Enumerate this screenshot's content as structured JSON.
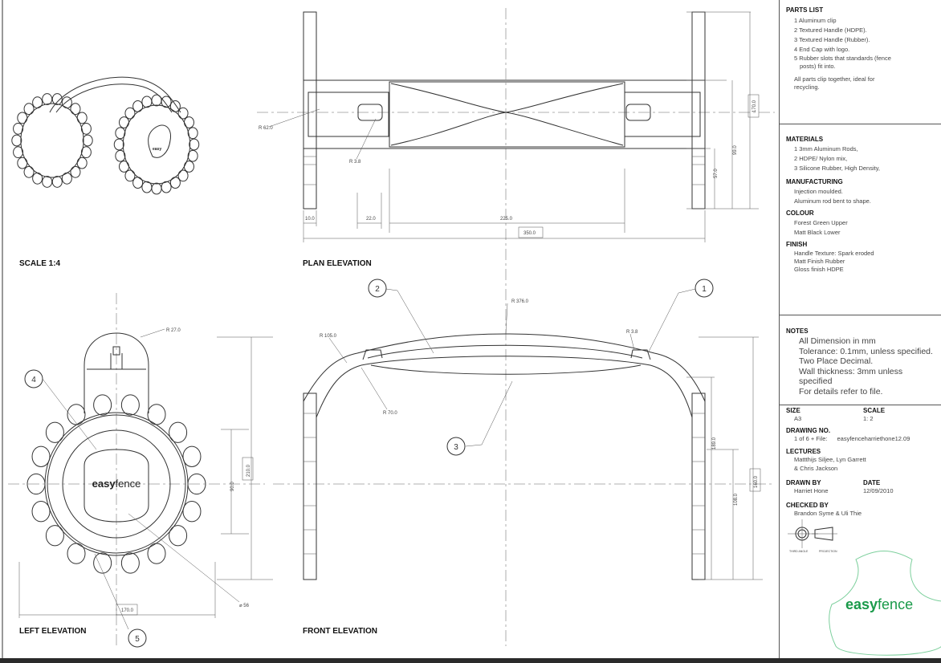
{
  "views": {
    "scale_label": "SCALE 1:4",
    "plan_label": "PLAN ELEVATION",
    "front_label": "FRONT ELEVATION",
    "left_label": "LEFT ELEVATION"
  },
  "plan_dims": {
    "r62": "R 62.0",
    "r38": "R 3.8",
    "d10": "10.0",
    "d22": "22.0",
    "d225": "225.0",
    "d350": "350.0",
    "d170": "170.0",
    "d99": "99.0",
    "d57": "57.0"
  },
  "front_dims": {
    "r376": "R 376.0",
    "r105": "R 105.0",
    "r38": "R 3.8",
    "r70": "R 70.0",
    "d189": "189.0",
    "d108": "108.0",
    "d160": "160.0"
  },
  "left_dims": {
    "r27": "R 27.0",
    "d90": "90.0",
    "d210": "210.0",
    "d170": "170.0",
    "dia56": "⌀ 56"
  },
  "callouts": [
    "1",
    "2",
    "3",
    "4",
    "5"
  ],
  "logo": {
    "easy": "easy",
    "fence": "fence",
    "color": "#1a9a4a"
  },
  "parts_list": {
    "title": "PARTS LIST",
    "items": [
      "1 Aluminum clip",
      "2 Textured Handle (HDPE).",
      "3 Textured Handle (Rubber).",
      "4 End Cap with logo.",
      "5 Rubber slots that standards (fence",
      "posts) fit into."
    ],
    "note": [
      "All parts clip together, ideal for",
      "recycling."
    ]
  },
  "materials": {
    "title": "MATERIALS",
    "items": [
      "1 3mm Aluminum Rods,",
      "2 HDPE/ Nylon mix,",
      "3 Silicone Rubber, High Density,"
    ]
  },
  "manufacturing": {
    "title": "MANUFACTURING",
    "items": [
      "Injection moulded.",
      "Aluminum rod bent to shape."
    ]
  },
  "colour": {
    "title": "COLOUR",
    "items": [
      "Forest Green Upper",
      "Matt Black Lower"
    ]
  },
  "finish": {
    "title": "FINISH",
    "items": [
      "Handle Texture: Spark eroded",
      "Matt Finish Rubber",
      "Gloss finish HDPE"
    ]
  },
  "notes": {
    "title": "NOTES",
    "items": [
      "All Dimension in mm",
      "Tolerance: 0.1mm, unless specified.",
      "Two Place Decimal.",
      "Wall thickness: 3mm unless specified",
      "For details refer to file."
    ]
  },
  "title_block": {
    "size_label": "SIZE",
    "size": "A3",
    "scale_label": "SCALE",
    "scale": "1: 2",
    "drawing_no_label": "DRAWING NO.",
    "drawing_no": "1 of 6 + File:",
    "file": "easyfenceharriethone12.09",
    "lectures_label": "LECTURES",
    "lectures": [
      "Mattthijs Siljee, Lyn Garrett",
      "& Chris Jackson"
    ],
    "drawn_by_label": "DRAWN BY",
    "drawn_by": "Harriet Hone",
    "date_label": "DATE",
    "date": "12/09/2010",
    "checked_by_label": "CHECKED BY",
    "checked_by": "Brandon Syme & Uli Thie",
    "projection": [
      "THIRD ANGLE",
      "PROJECTION"
    ]
  }
}
